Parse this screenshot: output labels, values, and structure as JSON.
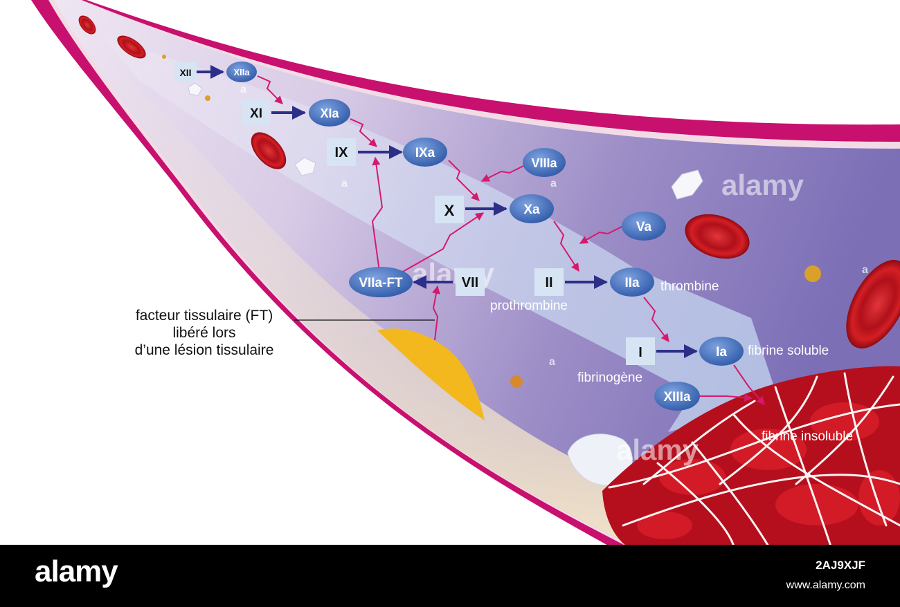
{
  "factors": {
    "XII": "XII",
    "XIIa": "XIIa",
    "XI": "XI",
    "XIa": "XIa",
    "IX": "IX",
    "IXa": "IXa",
    "VIIIa": "VIIIa",
    "X": "X",
    "Xa": "Xa",
    "Va": "Va",
    "VII": "VII",
    "VIIa_FT": "VIIa-FT",
    "II": "II",
    "IIa": "IIa",
    "I": "I",
    "Ia": "Ia",
    "XIIIa": "XIIIa"
  },
  "names": {
    "thrombine": "thrombine",
    "prothrombine": "prothrombine",
    "fibrinogene": "fibrinogène",
    "fibrine_soluble": "fibrine soluble",
    "fibrine_insoluble": "fibrine insoluble"
  },
  "annotation": {
    "line1": "facteur tissulaire (FT)",
    "line2": "libéré lors",
    "line3": "d’une lésion tissulaire"
  },
  "watermarks": {
    "small": "a",
    "big": "alamy"
  },
  "footer": {
    "logo": "alamy",
    "image_id": "2AJ9XJF",
    "url": "www.alamy.com"
  },
  "colors": {
    "vessel_wall": "#c8106e",
    "box_fill": "#d7e4f3",
    "oval_fill": "#3b66b8",
    "activation_arrow": "#2c2f88",
    "feedback_arrow": "#d41a6e",
    "blood_cell": "#c8141c",
    "plaque": "#f2b81e"
  }
}
